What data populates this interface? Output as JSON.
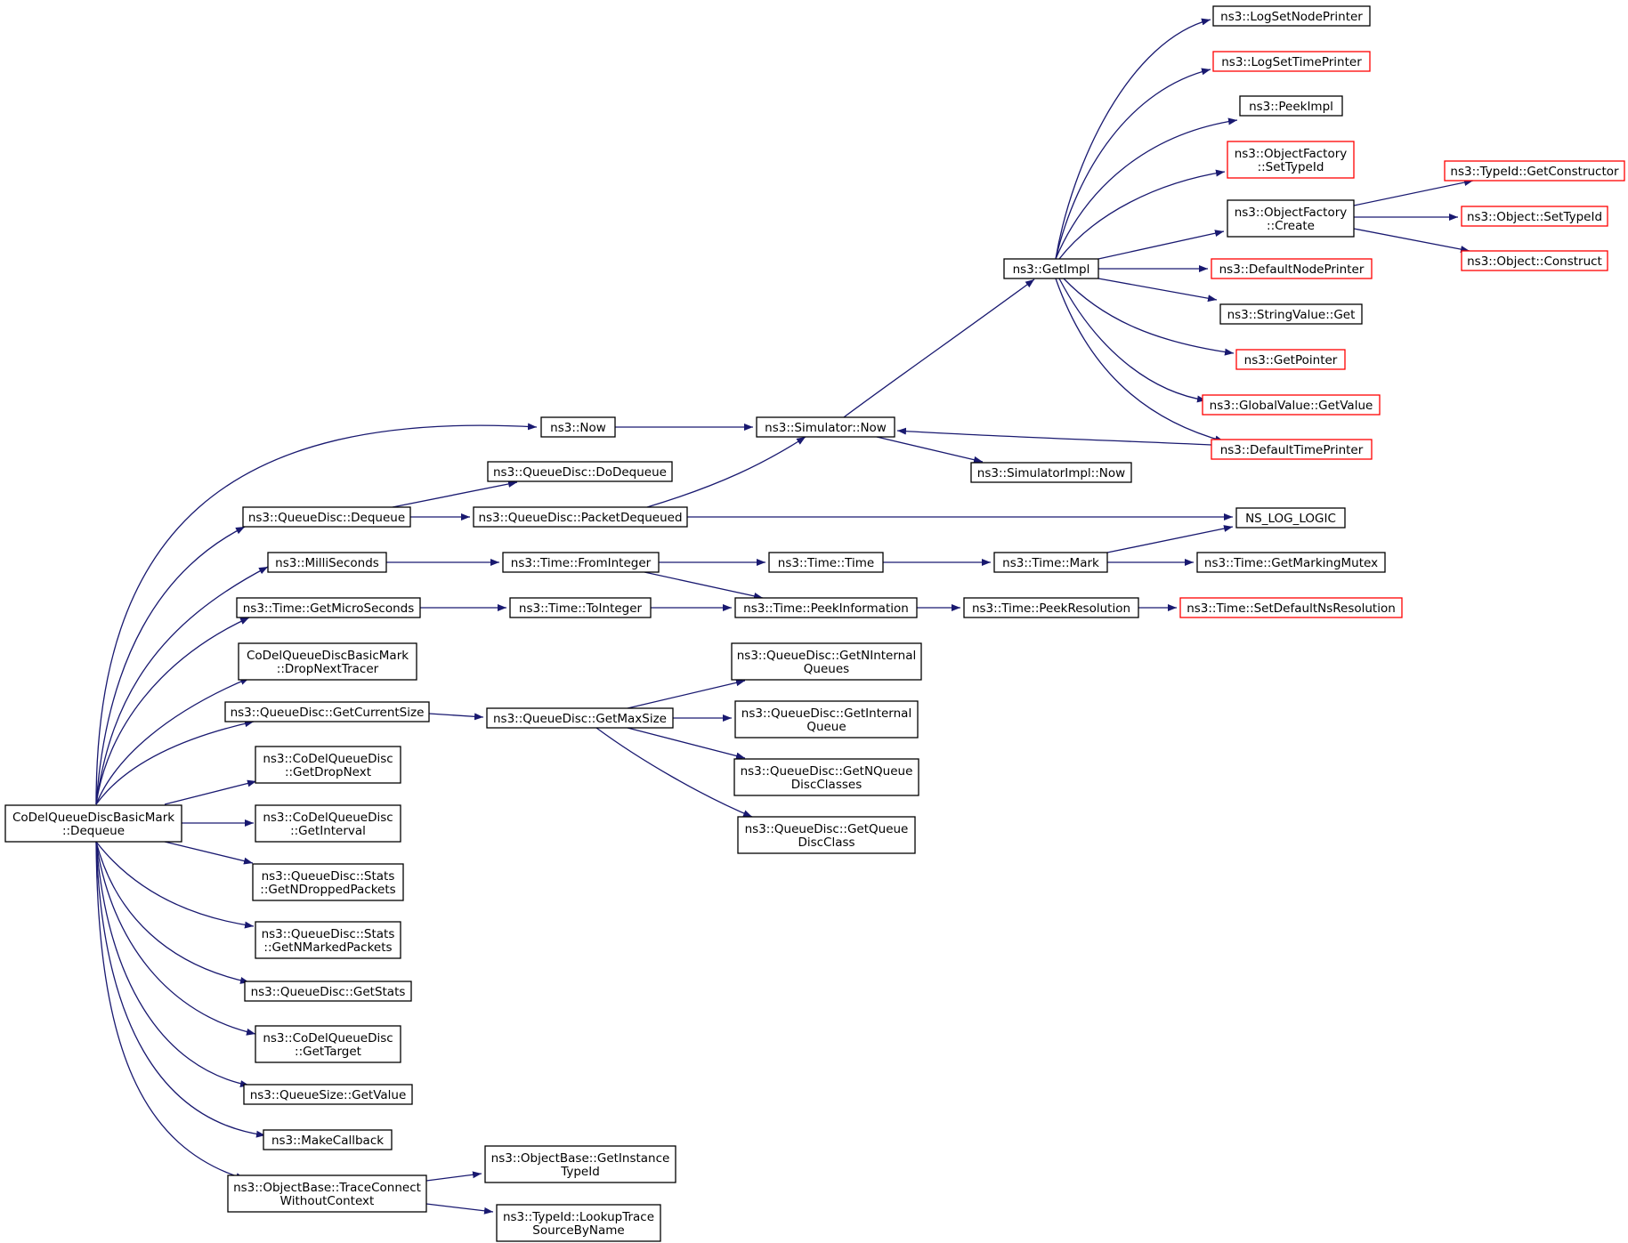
{
  "graph": {
    "colors": {
      "edge": "#191970",
      "normal_border": "#000000",
      "truncated_border": "#ff0000",
      "root_fill": "#bfbfbf"
    },
    "nodes": [
      {
        "id": "root",
        "lines": [
          "CoDelQueueDiscBasicMark",
          "::Dequeue"
        ],
        "style": "root"
      },
      {
        "id": "now",
        "lines": [
          "ns3::Now"
        ],
        "style": "normal"
      },
      {
        "id": "qd_dequeue",
        "lines": [
          "ns3::QueueDisc::Dequeue"
        ],
        "style": "normal"
      },
      {
        "id": "milli",
        "lines": [
          "ns3::MilliSeconds"
        ],
        "style": "normal"
      },
      {
        "id": "getmicro",
        "lines": [
          "ns3::Time::GetMicroSeconds"
        ],
        "style": "normal"
      },
      {
        "id": "dropnexttracer",
        "lines": [
          "CoDelQueueDiscBasicMark",
          "::DropNextTracer"
        ],
        "style": "normal"
      },
      {
        "id": "getcursize",
        "lines": [
          "ns3::QueueDisc::GetCurrentSize"
        ],
        "style": "normal"
      },
      {
        "id": "getdropnext",
        "lines": [
          "ns3::CoDelQueueDisc",
          "::GetDropNext"
        ],
        "style": "normal"
      },
      {
        "id": "getinterval",
        "lines": [
          "ns3::CoDelQueueDisc",
          "::GetInterval"
        ],
        "style": "normal"
      },
      {
        "id": "ndropped",
        "lines": [
          "ns3::QueueDisc::Stats",
          "::GetNDroppedPackets"
        ],
        "style": "normal"
      },
      {
        "id": "nmarked",
        "lines": [
          "ns3::QueueDisc::Stats",
          "::GetNMarkedPackets"
        ],
        "style": "normal"
      },
      {
        "id": "getstats",
        "lines": [
          "ns3::QueueDisc::GetStats"
        ],
        "style": "normal"
      },
      {
        "id": "gettarget",
        "lines": [
          "ns3::CoDelQueueDisc",
          "::GetTarget"
        ],
        "style": "normal"
      },
      {
        "id": "qsgetvalue",
        "lines": [
          "ns3::QueueSize::GetValue"
        ],
        "style": "normal"
      },
      {
        "id": "makecb",
        "lines": [
          "ns3::MakeCallback"
        ],
        "style": "normal"
      },
      {
        "id": "traceconnect",
        "lines": [
          "ns3::ObjectBase::TraceConnect",
          "WithoutContext"
        ],
        "style": "normal"
      },
      {
        "id": "simnow",
        "lines": [
          "ns3::Simulator::Now"
        ],
        "style": "normal"
      },
      {
        "id": "dodequeue",
        "lines": [
          "ns3::QueueDisc::DoDequeue"
        ],
        "style": "normal"
      },
      {
        "id": "pktdequeued",
        "lines": [
          "ns3::QueueDisc::PacketDequeued"
        ],
        "style": "normal"
      },
      {
        "id": "frominteger",
        "lines": [
          "ns3::Time::FromInteger"
        ],
        "style": "normal"
      },
      {
        "id": "tointeger",
        "lines": [
          "ns3::Time::ToInteger"
        ],
        "style": "normal"
      },
      {
        "id": "getmaxsize",
        "lines": [
          "ns3::QueueDisc::GetMaxSize"
        ],
        "style": "normal"
      },
      {
        "id": "getinstancetypeid",
        "lines": [
          "ns3::ObjectBase::GetInstance",
          "TypeId"
        ],
        "style": "normal"
      },
      {
        "id": "lookuptrace",
        "lines": [
          "ns3::TypeId::LookupTrace",
          "SourceByName"
        ],
        "style": "normal"
      },
      {
        "id": "getimpl",
        "lines": [
          "ns3::GetImpl"
        ],
        "style": "normal"
      },
      {
        "id": "simimplnow",
        "lines": [
          "ns3::SimulatorImpl::Now"
        ],
        "style": "normal"
      },
      {
        "id": "nsloglogic",
        "lines": [
          "NS_LOG_LOGIC"
        ],
        "style": "normal"
      },
      {
        "id": "timetime",
        "lines": [
          "ns3::Time::Time"
        ],
        "style": "normal"
      },
      {
        "id": "peekinfo",
        "lines": [
          "ns3::Time::PeekInformation"
        ],
        "style": "normal"
      },
      {
        "id": "getninternal",
        "lines": [
          "ns3::QueueDisc::GetNInternal",
          "Queues"
        ],
        "style": "normal"
      },
      {
        "id": "getinternalq",
        "lines": [
          "ns3::QueueDisc::GetInternal",
          "Queue"
        ],
        "style": "normal"
      },
      {
        "id": "getnqueuedisc",
        "lines": [
          "ns3::QueueDisc::GetNQueue",
          "DiscClasses"
        ],
        "style": "normal"
      },
      {
        "id": "getqueuedisc",
        "lines": [
          "ns3::QueueDisc::GetQueue",
          "DiscClass"
        ],
        "style": "normal"
      },
      {
        "id": "logsetnode",
        "lines": [
          "ns3::LogSetNodePrinter"
        ],
        "style": "normal"
      },
      {
        "id": "logsettime",
        "lines": [
          "ns3::LogSetTimePrinter"
        ],
        "style": "truncated"
      },
      {
        "id": "peekimpl",
        "lines": [
          "ns3::PeekImpl"
        ],
        "style": "normal"
      },
      {
        "id": "ofsettypeid",
        "lines": [
          "ns3::ObjectFactory",
          "::SetTypeId"
        ],
        "style": "truncated"
      },
      {
        "id": "ofcreate",
        "lines": [
          "ns3::ObjectFactory",
          "::Create"
        ],
        "style": "normal"
      },
      {
        "id": "defnodeprinter",
        "lines": [
          "ns3::DefaultNodePrinter"
        ],
        "style": "truncated"
      },
      {
        "id": "stringvalueget",
        "lines": [
          "ns3::StringValue::Get"
        ],
        "style": "normal"
      },
      {
        "id": "getpointer",
        "lines": [
          "ns3::GetPointer"
        ],
        "style": "truncated"
      },
      {
        "id": "gvgetvalue",
        "lines": [
          "ns3::GlobalValue::GetValue"
        ],
        "style": "truncated"
      },
      {
        "id": "deftimeprinter",
        "lines": [
          "ns3::DefaultTimePrinter"
        ],
        "style": "truncated"
      },
      {
        "id": "timemark",
        "lines": [
          "ns3::Time::Mark"
        ],
        "style": "normal"
      },
      {
        "id": "peekres",
        "lines": [
          "ns3::Time::PeekResolution"
        ],
        "style": "normal"
      },
      {
        "id": "getmarkingmutex",
        "lines": [
          "ns3::Time::GetMarkingMutex"
        ],
        "style": "normal"
      },
      {
        "id": "setdefaultns",
        "lines": [
          "ns3::Time::SetDefaultNsResolution"
        ],
        "style": "truncated"
      },
      {
        "id": "typeidgetctor",
        "lines": [
          "ns3::TypeId::GetConstructor"
        ],
        "style": "truncated"
      },
      {
        "id": "objsettypeid",
        "lines": [
          "ns3::Object::SetTypeId"
        ],
        "style": "truncated"
      },
      {
        "id": "objconstruct",
        "lines": [
          "ns3::Object::Construct"
        ],
        "style": "truncated"
      }
    ],
    "edges": [
      [
        "root",
        "now"
      ],
      [
        "root",
        "qd_dequeue"
      ],
      [
        "root",
        "milli"
      ],
      [
        "root",
        "getmicro"
      ],
      [
        "root",
        "dropnexttracer"
      ],
      [
        "root",
        "getcursize"
      ],
      [
        "root",
        "getdropnext"
      ],
      [
        "root",
        "getinterval"
      ],
      [
        "root",
        "ndropped"
      ],
      [
        "root",
        "nmarked"
      ],
      [
        "root",
        "getstats"
      ],
      [
        "root",
        "gettarget"
      ],
      [
        "root",
        "qsgetvalue"
      ],
      [
        "root",
        "makecb"
      ],
      [
        "root",
        "traceconnect"
      ],
      [
        "now",
        "simnow"
      ],
      [
        "qd_dequeue",
        "dodequeue"
      ],
      [
        "qd_dequeue",
        "pktdequeued"
      ],
      [
        "pktdequeued",
        "simnow"
      ],
      [
        "pktdequeued",
        "nsloglogic"
      ],
      [
        "milli",
        "frominteger"
      ],
      [
        "frominteger",
        "timetime"
      ],
      [
        "frominteger",
        "peekinfo"
      ],
      [
        "getmicro",
        "tointeger"
      ],
      [
        "tointeger",
        "peekinfo"
      ],
      [
        "getcursize",
        "getmaxsize"
      ],
      [
        "getmaxsize",
        "getninternal"
      ],
      [
        "getmaxsize",
        "getinternalq"
      ],
      [
        "getmaxsize",
        "getnqueuedisc"
      ],
      [
        "getmaxsize",
        "getqueuedisc"
      ],
      [
        "traceconnect",
        "getinstancetypeid"
      ],
      [
        "traceconnect",
        "lookuptrace"
      ],
      [
        "simnow",
        "getimpl"
      ],
      [
        "simnow",
        "simimplnow"
      ],
      [
        "getimpl",
        "logsetnode"
      ],
      [
        "getimpl",
        "logsettime"
      ],
      [
        "getimpl",
        "peekimpl"
      ],
      [
        "getimpl",
        "ofsettypeid"
      ],
      [
        "getimpl",
        "ofcreate"
      ],
      [
        "getimpl",
        "defnodeprinter"
      ],
      [
        "getimpl",
        "stringvalueget"
      ],
      [
        "getimpl",
        "getpointer"
      ],
      [
        "getimpl",
        "gvgetvalue"
      ],
      [
        "getimpl",
        "deftimeprinter"
      ],
      [
        "deftimeprinter",
        "simnow"
      ],
      [
        "ofcreate",
        "typeidgetctor"
      ],
      [
        "ofcreate",
        "objsettypeid"
      ],
      [
        "ofcreate",
        "objconstruct"
      ],
      [
        "timetime",
        "timemark"
      ],
      [
        "timemark",
        "nsloglogic"
      ],
      [
        "timemark",
        "getmarkingmutex"
      ],
      [
        "peekinfo",
        "peekres"
      ],
      [
        "peekres",
        "setdefaultns"
      ]
    ]
  }
}
